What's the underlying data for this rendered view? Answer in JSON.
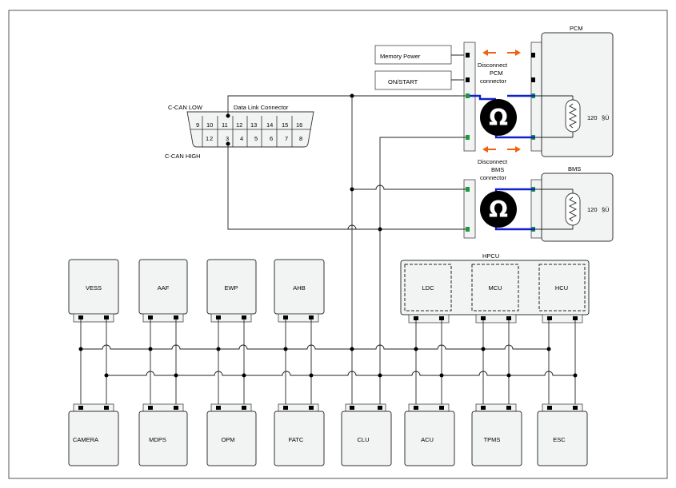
{
  "labels": {
    "memory_power": "Memory Power",
    "on_start": "ON/START",
    "c_can_low": "C-CAN LOW",
    "c_can_high": "C-CAN HIGH",
    "data_link_connector": "Data Link Connector",
    "disconnect_pcm": [
      "Disconnect",
      "PCM",
      "connector"
    ],
    "disconnect_bms": [
      "Disconnect",
      "BMS",
      "connector"
    ],
    "pcm": "PCM",
    "bms": "BMS",
    "hpcu": "HPCU",
    "resistor_value": "120",
    "resistor_unit": "§Ù",
    "ohm_symbol": "Ω"
  },
  "dlc_pins_top": [
    "9",
    "10",
    "11",
    "12",
    "13",
    "14",
    "15",
    "16"
  ],
  "dlc_pins_bottom": [
    "1",
    "2",
    "3",
    "4",
    "5",
    "6",
    "7",
    "8"
  ],
  "top_modules": [
    "VESS",
    "AAF",
    "EWP",
    "AHB"
  ],
  "hpcu_modules": [
    "LDC",
    "MCU",
    "HCU"
  ],
  "bottom_modules": [
    "CAMERA",
    "MDPS",
    "OPM",
    "FATC",
    "CLU",
    "ACU",
    "TPMS",
    "ESC"
  ],
  "colors": {
    "measure_wire": "#1020d0",
    "disconnect_arrow": "#f06010",
    "can_pin": "#1a9a3a",
    "module_fill": "#f2f4f3"
  },
  "icons": [
    "ohmmeter-icon",
    "resistor-icon",
    "disconnect-arrow-icon"
  ]
}
